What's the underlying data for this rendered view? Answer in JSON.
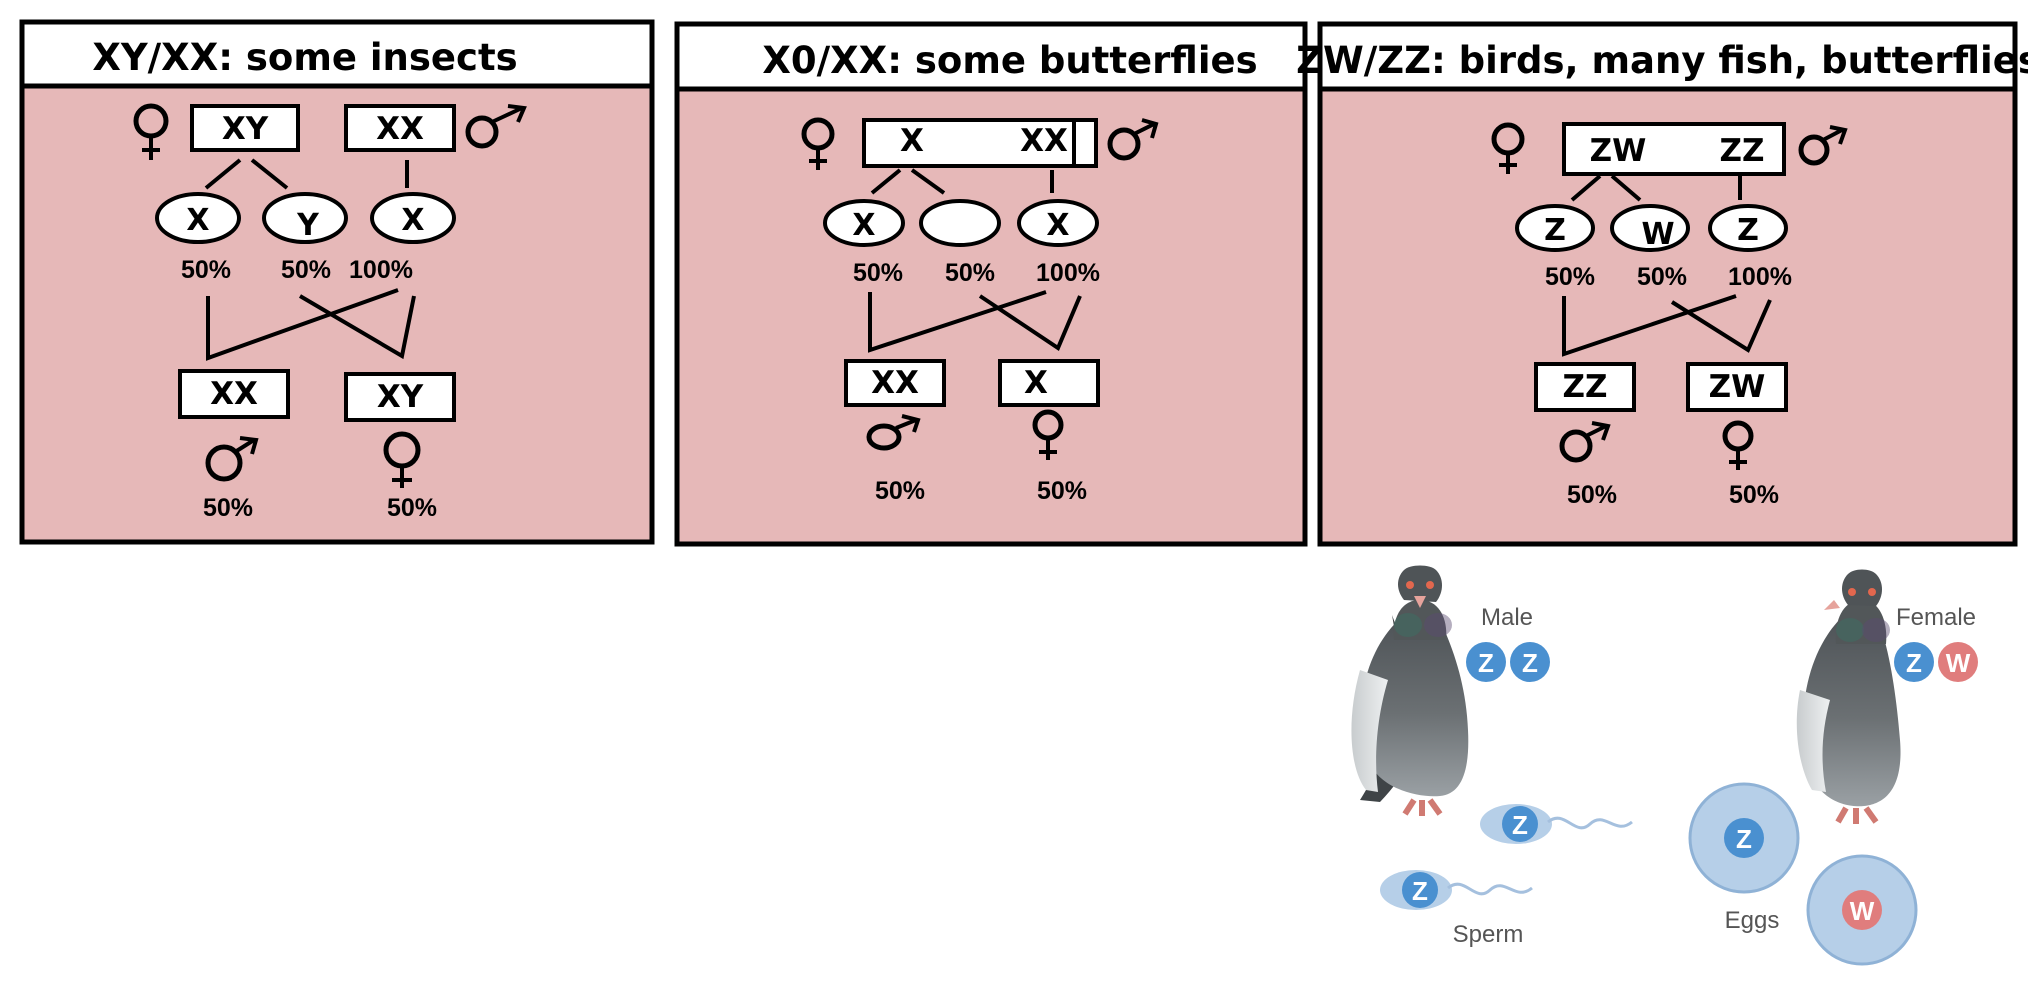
{
  "panels": [
    {
      "title": "XY/XX: some insects",
      "parent_female": "XY",
      "parent_male": "XX",
      "gametes": [
        "X",
        "Y",
        "X"
      ],
      "gamete_pcts": [
        "50%",
        "50%",
        "100%"
      ],
      "offspring": [
        "XX",
        "XY"
      ],
      "offspring_pcts": [
        "50%",
        "50%"
      ]
    },
    {
      "title": "X0/XX: some butterflies",
      "parent_female": "X",
      "parent_male": "XX",
      "gametes": [
        "X",
        "",
        "X"
      ],
      "gamete_pcts": [
        "50%",
        "50%",
        "100%"
      ],
      "offspring": [
        "XX",
        "X"
      ],
      "offspring_pcts": [
        "50%",
        "50%"
      ]
    },
    {
      "title": "ZW/ZZ: birds, many fish, butterflies",
      "parent_female": "ZW",
      "parent_male": "ZZ",
      "gametes": [
        "Z",
        "W",
        "Z"
      ],
      "gamete_pcts": [
        "50%",
        "50%",
        "100%"
      ],
      "offspring": [
        "ZZ",
        "ZW"
      ],
      "offspring_pcts": [
        "50%",
        "50%"
      ]
    }
  ],
  "birds": {
    "male_label": "Male",
    "male_chromosomes": [
      "Z",
      "Z"
    ],
    "female_label": "Female",
    "female_chromosomes": [
      "Z",
      "W"
    ],
    "sperm_label": "Sperm",
    "sperm": [
      "Z",
      "Z"
    ],
    "eggs_label": "Eggs",
    "eggs": [
      "Z",
      "W"
    ]
  },
  "colors": {
    "panel_fill": "#e6b8b8",
    "z_blue": "#4a90d0",
    "w_pink": "#e07d7d",
    "egg_fill": "#b6cfe8",
    "pigeon_body": "#5f6468"
  }
}
